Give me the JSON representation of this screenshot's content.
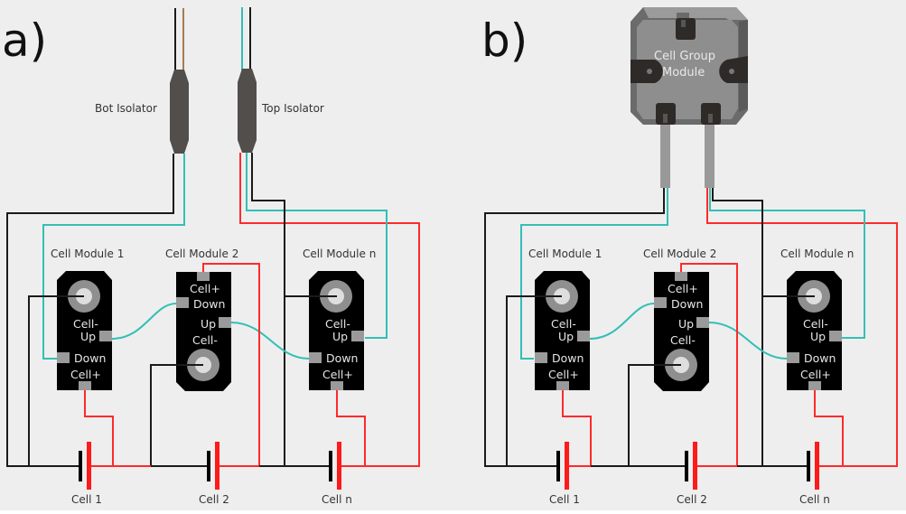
{
  "panels": [
    {
      "id": "a",
      "label": "a)",
      "isolators": {
        "bot": "Bot Isolator",
        "top": "Top Isolator"
      },
      "modules": [
        {
          "title": "Cell Module 1",
          "terminals": [
            "Cell-",
            "Up",
            "Down",
            "Cell+"
          ]
        },
        {
          "title": "Cell Module 2",
          "terminals": [
            "Cell+",
            "Down",
            "Up",
            "Cell-"
          ]
        },
        {
          "title": "Cell Module n",
          "terminals": [
            "Cell-",
            "Up",
            "Down",
            "Cell+"
          ]
        }
      ],
      "cells": [
        "Cell 1",
        "Cell 2",
        "Cell n"
      ]
    },
    {
      "id": "b",
      "label": "b)",
      "group_module": {
        "line1": "Cell Group",
        "line2": "Module"
      },
      "modules": [
        {
          "title": "Cell Module 1",
          "terminals": [
            "Cell-",
            "Up",
            "Down",
            "Cell+"
          ]
        },
        {
          "title": "Cell Module 2",
          "terminals": [
            "Cell+",
            "Down",
            "Up",
            "Cell-"
          ]
        },
        {
          "title": "Cell Module n",
          "terminals": [
            "Cell-",
            "Up",
            "Down",
            "Cell+"
          ]
        }
      ],
      "cells": [
        "Cell 1",
        "Cell 2",
        "Cell n"
      ]
    }
  ],
  "colors": {
    "background": "#eeeeee",
    "wire_black": "#1a1a1a",
    "wire_red": "#ff2a2a",
    "wire_cyan": "#33bfb5",
    "wire_brown": "#a67c52",
    "module_body": "#000000",
    "pad_gray": "#999999",
    "isolator": "#524e4c",
    "group_module": "#8a8a8a"
  }
}
